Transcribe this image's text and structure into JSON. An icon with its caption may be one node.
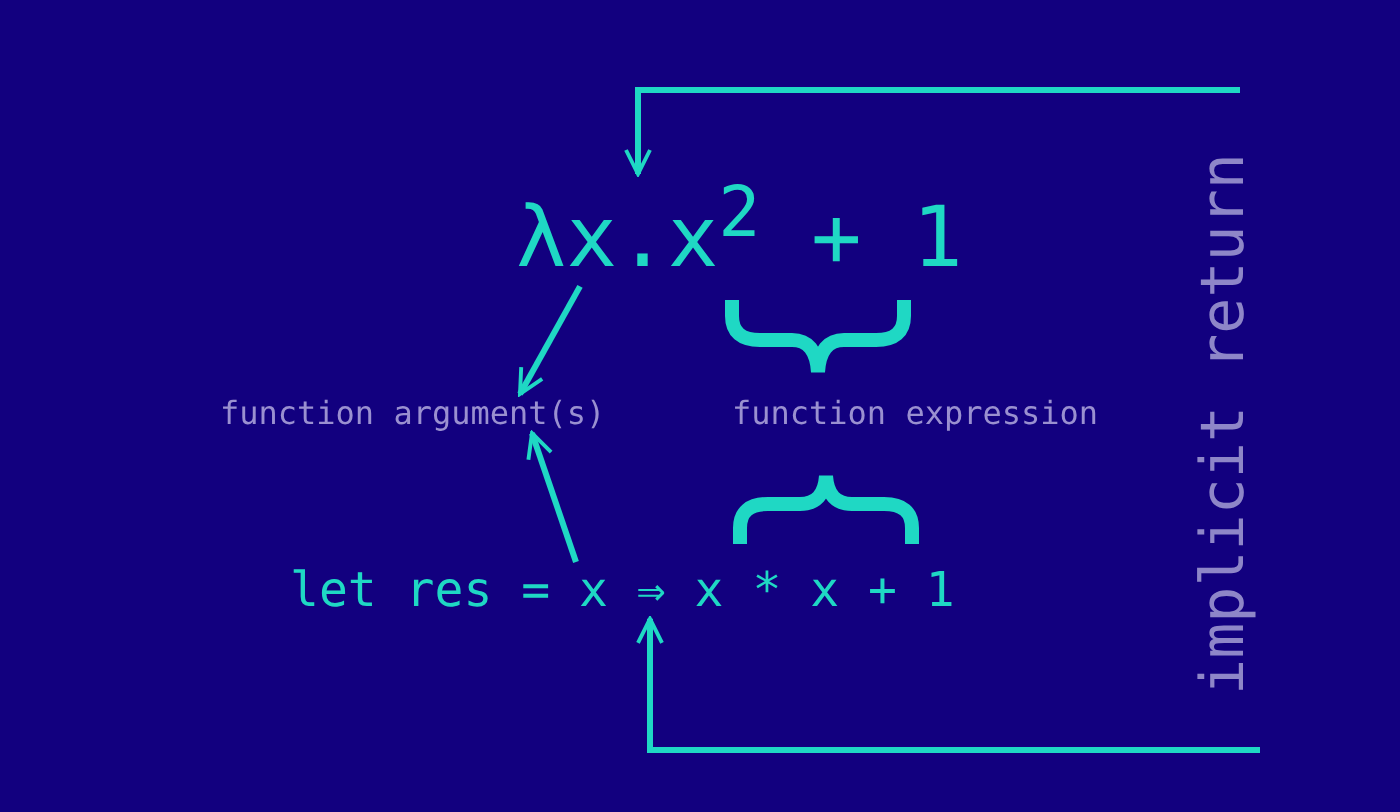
{
  "diagram": {
    "nodes": [
      {
        "text": [
          "λx.x$^{2}$ + 1"
        ]
      },
      {
        "text": [
          "function argument(s)"
        ]
      },
      {
        "text": [
          "function expression"
        ]
      },
      {
        "text": [
          "let res = x ⇒ x * x + 1"
        ]
      }
    ],
    "edges": [
      {
        "from": null,
        "to": 0,
        "arrow": "to"
      },
      {
        "from": 0,
        "to": 1,
        "arrow": "to"
      },
      {
        "from": 3,
        "to": 1,
        "arrow": "to"
      },
      {
        "from": null,
        "to": 3,
        "arrow": "to"
      }
    ],
    "labels": [
      "implicit return"
    ]
  }
}
